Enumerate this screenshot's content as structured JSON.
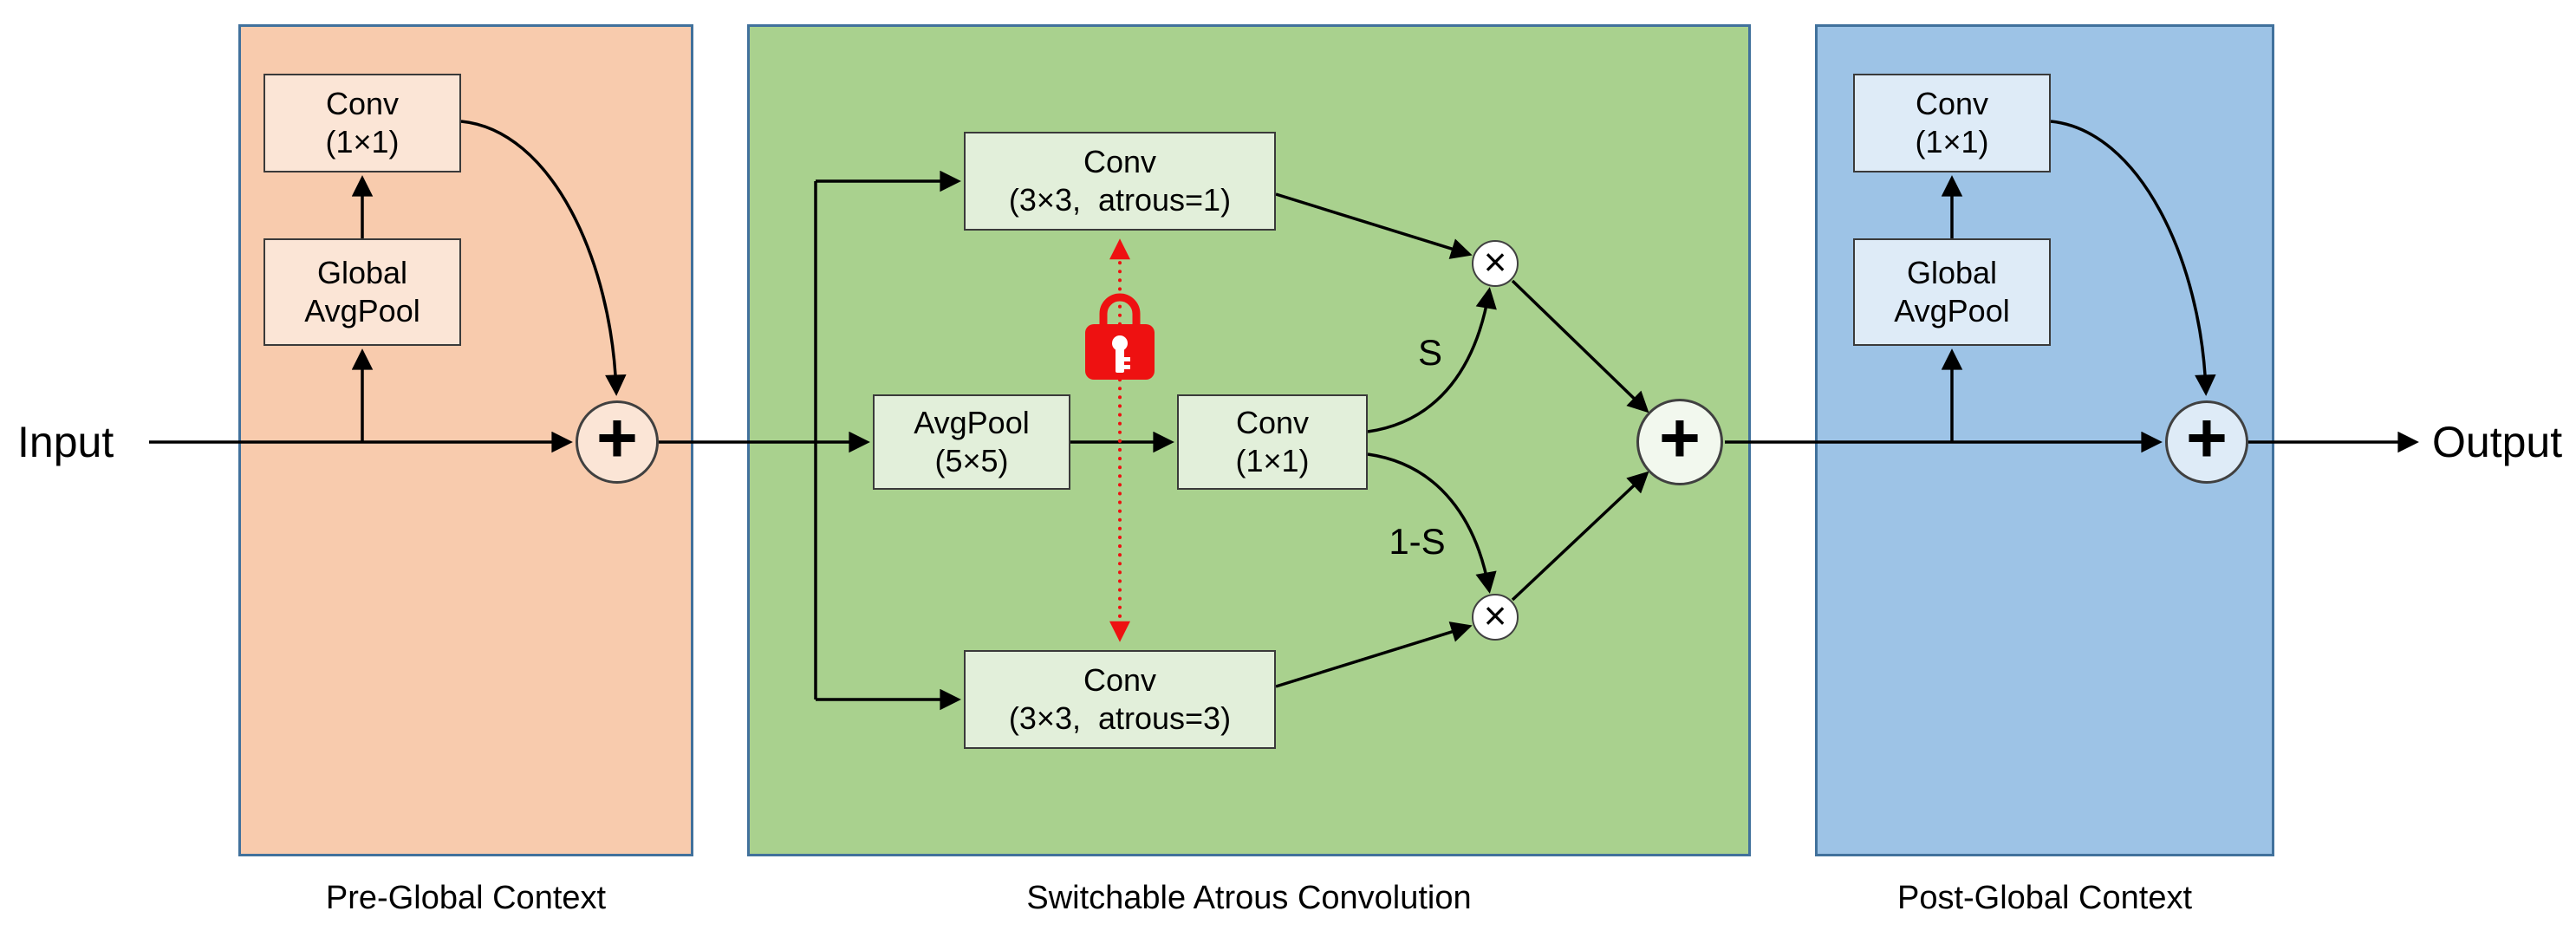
{
  "io": {
    "input": "Input",
    "output": "Output"
  },
  "panels": {
    "pre": {
      "caption": "Pre-Global Context",
      "conv": {
        "line1": "Conv",
        "line2": "(1×1)"
      },
      "pool": {
        "line1": "Global",
        "line2": "AvgPool"
      }
    },
    "sac": {
      "caption": "Switchable Atrous Convolution",
      "conv_top": {
        "line1": "Conv",
        "line2": "(3×3,  atrous=1)"
      },
      "avgpool": {
        "line1": "AvgPool",
        "line2": "(5×5)"
      },
      "conv_mid": {
        "line1": "Conv",
        "line2": "(1×1)"
      },
      "conv_bottom": {
        "line1": "Conv",
        "line2": "(3×3,  atrous=3)"
      },
      "switch_label": "S",
      "switch_complement_label": "1-S"
    },
    "post": {
      "caption": "Post-Global Context",
      "conv": {
        "line1": "Conv",
        "line2": "(1×1)"
      },
      "pool": {
        "line1": "Global",
        "line2": "AvgPool"
      }
    }
  },
  "operators": {
    "add": "+",
    "multiply": "×"
  },
  "icons": {
    "lock": "red-lock-weight-sharing-icon"
  },
  "colors": {
    "pre_panel": "#F8CBAD",
    "pre_node": "#FBE5D6",
    "sac_panel": "#A9D18E",
    "sac_node": "#E2EFDA",
    "post_panel": "#9DC3E6",
    "post_node": "#DEEBF7",
    "panel_border": "#41719C",
    "lock_red": "#EE1111",
    "wire": "#000000"
  }
}
